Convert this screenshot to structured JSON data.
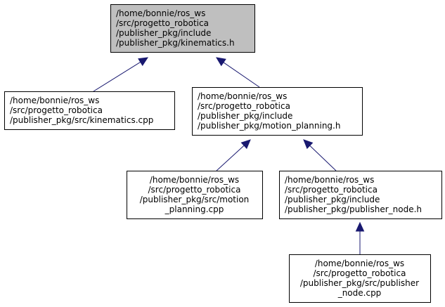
{
  "colors": {
    "highlight_fill": "#bfbfbf",
    "node_fill": "#ffffff",
    "node_border": "#000000",
    "edge": "#191970"
  },
  "nodes": {
    "kinematics_h": {
      "lines": [
        "/home/bonnie/ros_ws",
        "/src/progetto_robotica",
        "/publisher_pkg/include",
        "/publisher_pkg/kinematics.h"
      ],
      "highlighted": true
    },
    "kinematics_cpp": {
      "lines": [
        "/home/bonnie/ros_ws",
        "/src/progetto_robotica",
        "/publisher_pkg/src/kinematics.cpp"
      ],
      "highlighted": false
    },
    "motion_planning_h": {
      "lines": [
        "/home/bonnie/ros_ws",
        "/src/progetto_robotica",
        "/publisher_pkg/include",
        "/publisher_pkg/motion_planning.h"
      ],
      "highlighted": false
    },
    "motion_planning_cpp": {
      "lines": [
        "/home/bonnie/ros_ws",
        "/src/progetto_robotica",
        "/publisher_pkg/src/motion",
        "_planning.cpp"
      ],
      "highlighted": false
    },
    "publisher_node_h": {
      "lines": [
        "/home/bonnie/ros_ws",
        "/src/progetto_robotica",
        "/publisher_pkg/include",
        "/publisher_pkg/publisher_node.h"
      ],
      "highlighted": false
    },
    "publisher_node_cpp": {
      "lines": [
        "/home/bonnie/ros_ws",
        "/src/progetto_robotica",
        "/publisher_pkg/src/publisher",
        "_node.cpp"
      ],
      "highlighted": false
    }
  },
  "edges": [
    {
      "from": "kinematics_cpp",
      "to": "kinematics_h"
    },
    {
      "from": "motion_planning_h",
      "to": "kinematics_h"
    },
    {
      "from": "motion_planning_cpp",
      "to": "motion_planning_h"
    },
    {
      "from": "publisher_node_h",
      "to": "motion_planning_h"
    },
    {
      "from": "publisher_node_cpp",
      "to": "publisher_node_h"
    }
  ]
}
